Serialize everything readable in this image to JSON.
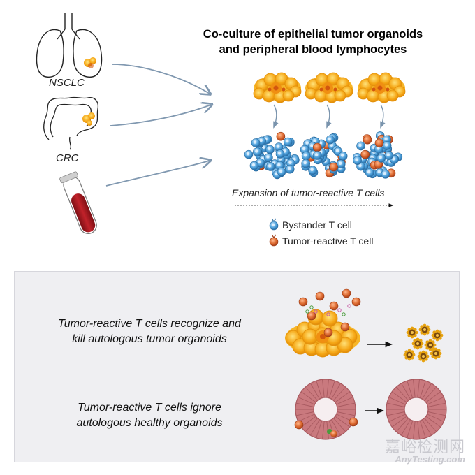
{
  "header": {
    "title_line1": "Co-culture of epithelial tumor organoids",
    "title_line2": "and peripheral blood lymphocytes"
  },
  "sources": [
    {
      "label": "NSCLC",
      "icon": "lungs-icon"
    },
    {
      "label": "CRC",
      "icon": "colon-icon"
    },
    {
      "label": "",
      "icon": "blood-tube-icon"
    }
  ],
  "expansion_label": "Expansion of tumor-reactive T cells",
  "legend": {
    "bystander": "Bystander T cell",
    "tumor_reactive": "Tumor-reactive T cell"
  },
  "panel": {
    "statement1_line1": "Tumor-reactive T cells recognize and",
    "statement1_line2": "kill autologous tumor organoids",
    "statement2_line1": "Tumor-reactive T cells ignore",
    "statement2_line2": "autologous healthy organoids"
  },
  "colors": {
    "bystander": "#3a8fc9",
    "tumor_reactive": "#d6612b",
    "organoid": "#f2a516",
    "healthy_organoid": "#d68f93",
    "blood": "#a5161d",
    "arrow": "#8098b0"
  },
  "watermark": {
    "cn": "嘉峪检测网",
    "en": "AnyTesting.com"
  }
}
